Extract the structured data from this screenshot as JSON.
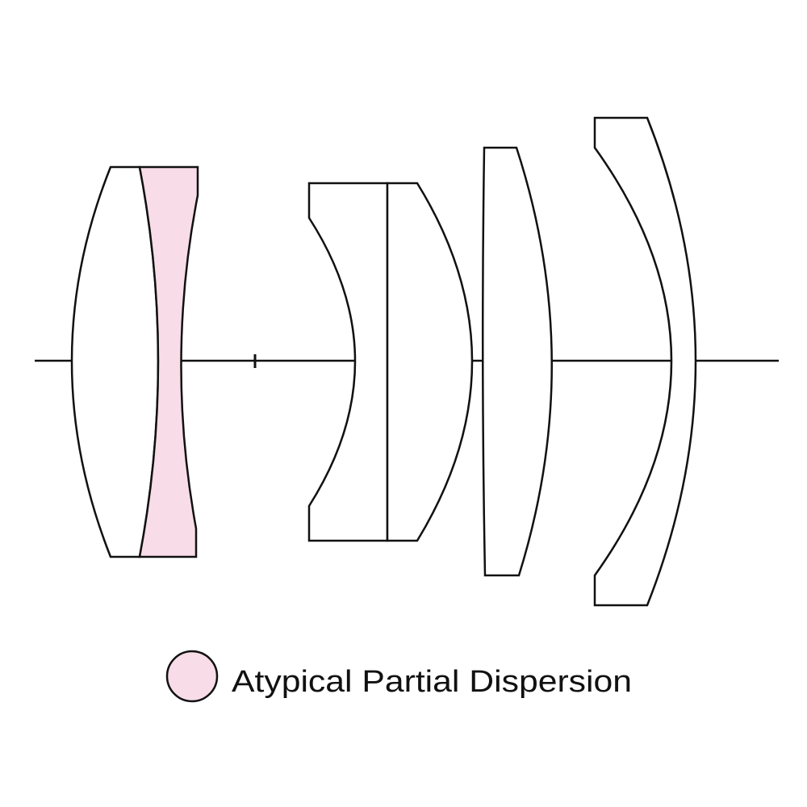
{
  "diagram": {
    "type": "lens-element-diagram",
    "elements": [
      {
        "id": "L1",
        "kind": "biconvex",
        "special_glass": false
      },
      {
        "id": "L2",
        "kind": "biconcave",
        "special_glass": true
      },
      {
        "id": "L3",
        "kind": "plano-concave",
        "special_glass": false
      },
      {
        "id": "L4",
        "kind": "plano-convex",
        "special_glass": false
      },
      {
        "id": "L5",
        "kind": "plano-convex",
        "special_glass": false
      },
      {
        "id": "L6",
        "kind": "meniscus",
        "special_glass": false
      }
    ],
    "colors": {
      "outline": "#111111",
      "special_fill": "#f8dce8",
      "normal_fill": "#ffffff"
    }
  },
  "legend": {
    "items": [
      {
        "label": "Atypical Partial Dispersion",
        "color": "#f8dce8"
      }
    ]
  }
}
